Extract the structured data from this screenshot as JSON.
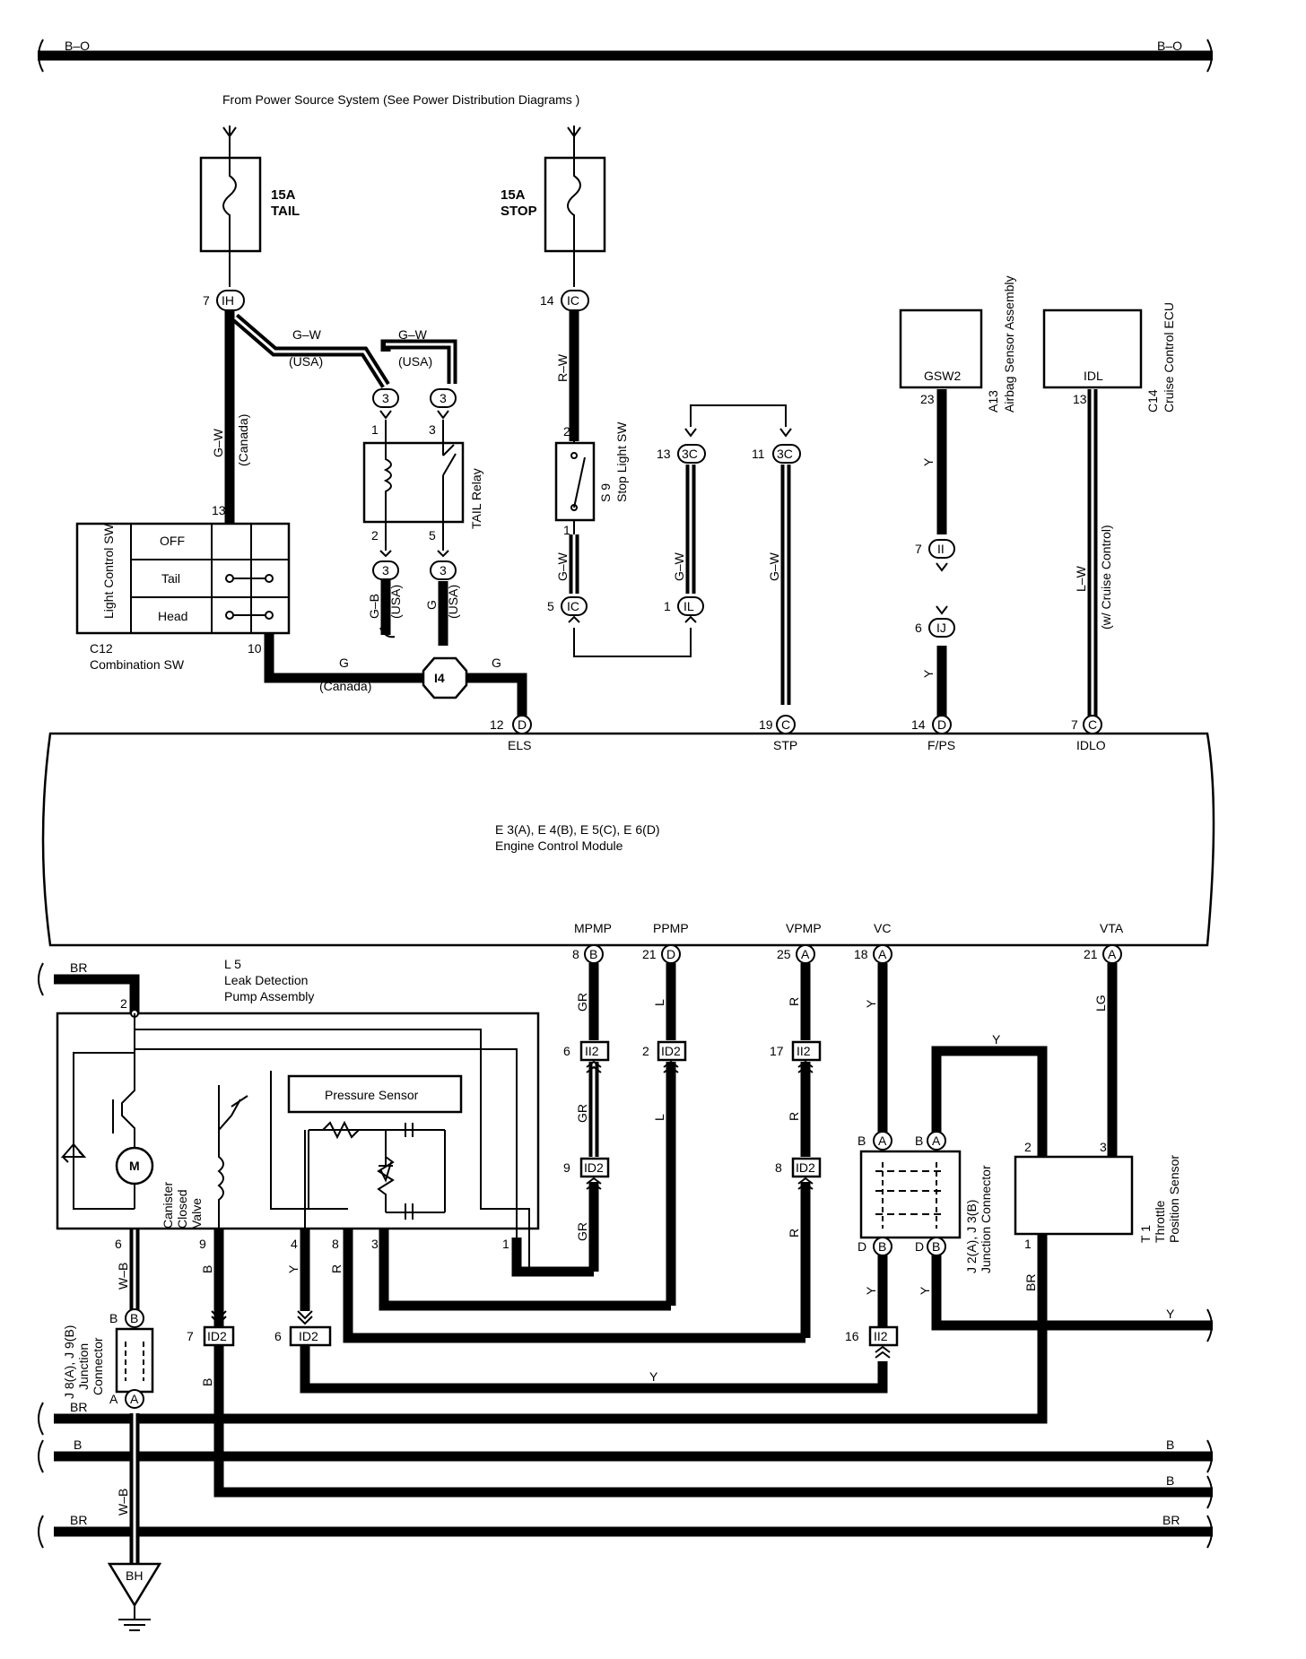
{
  "buses": {
    "top_left": "B–O",
    "top_right": "B–O",
    "br1": "BR",
    "b2": "B",
    "b3_right": "B",
    "b2_right": "B",
    "br4": "BR",
    "br4_right": "BR",
    "br_lower_left": "BR"
  },
  "power_note": "From Power Source System (See Power Distribution Diagrams )",
  "fuse_tail": {
    "rating": "15A",
    "name": "TAIL"
  },
  "fuse_stop": {
    "rating": "15A",
    "name": "STOP"
  },
  "connectors": {
    "ih": "IH",
    "ih_pin": "7",
    "ic_top": "IC",
    "ic_top_pin": "14",
    "ic_bot": "IC",
    "ic_bot_pin": "5",
    "il": "IL",
    "il_pin": "1",
    "c3c_a": "3C",
    "c3c_a_pin": "13",
    "c3c_b": "3C",
    "c3c_b_pin": "11",
    "ii": "II",
    "ii_pin": "7",
    "ij": "IJ",
    "ij_pin": "6",
    "i4": "I4",
    "relay_conn": "3"
  },
  "wire_labels": {
    "gw1": "G–W",
    "gw2": "G–W",
    "usa1": "(USA)",
    "usa2": "(USA)",
    "gw_canada": "G–W",
    "canada1": "(Canada)",
    "rw": "R–W",
    "gw_stop": "G–W",
    "gw_il": "G–W",
    "gw_stp": "G–W",
    "y_gsw": "Y",
    "y_gsw2": "Y",
    "lw": "L–W",
    "w_cruise": "(w/ Cruise Control)",
    "gb": "G–B",
    "usa3": "(USA)",
    "g_relay": "G",
    "usa4": "(USA)",
    "g_canada": "G",
    "canada2": "(Canada)",
    "g_els": "G"
  },
  "relay": {
    "name": "TAIL Relay",
    "pin1": "1",
    "pin3": "3",
    "pin2": "2",
    "pin5": "5"
  },
  "light_sw": {
    "name": "Light Control SW",
    "off": "OFF",
    "tail": "Tail",
    "head": "Head",
    "id": "C12",
    "label": "Combination SW",
    "pin13": "13",
    "pin10": "10"
  },
  "stop_sw": {
    "id": "S 9",
    "label": "Stop Light SW",
    "pin2": "2",
    "pin1": "1"
  },
  "airbag": {
    "pin_name": "GSW2",
    "id": "A13",
    "label": "Airbag Sensor Assembly",
    "pin": "23"
  },
  "cruise": {
    "pin_name": "IDL",
    "id": "C14",
    "label": "Cruise Control ECU",
    "pin": "13"
  },
  "ecm": {
    "line1": "E 3(A), E 4(B), E 5(C), E 6(D)",
    "line2": "Engine Control Module",
    "top_pins": [
      {
        "num": "12",
        "conn": "D",
        "name": "ELS"
      },
      {
        "num": "19",
        "conn": "C",
        "name": "STP"
      },
      {
        "num": "14",
        "conn": "D",
        "name": "F/PS"
      },
      {
        "num": "7",
        "conn": "C",
        "name": "IDLO"
      }
    ],
    "bottom_pins": [
      {
        "num": "8",
        "conn": "B",
        "name": "MPMP"
      },
      {
        "num": "21",
        "conn": "D",
        "name": "PPMP"
      },
      {
        "num": "25",
        "conn": "A",
        "name": "VPMP"
      },
      {
        "num": "18",
        "conn": "A",
        "name": "VC"
      },
      {
        "num": "21",
        "conn": "A",
        "name": "VTA"
      }
    ]
  },
  "ldp": {
    "id": "L 5",
    "line1": "Leak Detection",
    "line2": "Pump Assembly",
    "pressure_sensor": "Pressure Sensor",
    "motor": "M",
    "valve1": "Canister",
    "valve2": "Closed",
    "valve3": "Valve",
    "pin2": "2",
    "pin6": "6",
    "pin9": "9",
    "pin4": "4",
    "pin8": "8",
    "pin3": "3",
    "pin1": "1"
  },
  "lower_wires": {
    "gr1": "GR",
    "gr2": "GR",
    "gr3": "GR",
    "l1": "L",
    "l2": "L",
    "r1": "R",
    "r2": "R",
    "r3": "R",
    "r_ldp": "R",
    "y_vc": "Y",
    "lg": "LG",
    "y_top": "Y",
    "y_ldp": "Y",
    "y_vc_low": "Y",
    "y_tps_low": "Y",
    "y_right": "Y",
    "y_bottom": "Y",
    "br_tps": "BR",
    "wb": "W–B",
    "wb2": "W–B",
    "b_ldp": "B",
    "b_ldp2": "B"
  },
  "inline_conns": {
    "ii2_6": {
      "pin": "6",
      "name": "II2"
    },
    "id2_2": {
      "pin": "2",
      "name": "ID2"
    },
    "ii2_17": {
      "pin": "17",
      "name": "II2"
    },
    "id2_9": {
      "pin": "9",
      "name": "ID2"
    },
    "ii2_8": {
      "pin": "8",
      "name": "ID2"
    },
    "id2_7": {
      "pin": "7",
      "name": "ID2"
    },
    "id2_6": {
      "pin": "6",
      "name": "ID2"
    },
    "ii2_16": {
      "pin": "16",
      "name": "II2"
    }
  },
  "jc_left": {
    "line1": "J 8(A), J 9(B)",
    "line2": "Junction",
    "line3": "Connector",
    "top": "B",
    "bot": "A",
    "top_letter": "B",
    "bot_letter": "A"
  },
  "jc_right": {
    "line1": "J 2(A), J 3(B)",
    "line2": "Junction Connector",
    "a1": "A",
    "a2": "A",
    "b1": "B",
    "b2": "B",
    "d1": "D",
    "d2": "D",
    "la": "B",
    "lb": "B",
    "ld": "D",
    "ld2": "D"
  },
  "tps": {
    "id": "T 1",
    "line1": "Throttle",
    "line2": "Position Sensor",
    "pin2": "2",
    "pin3": "3",
    "pin1": "1"
  },
  "ground": "BH"
}
